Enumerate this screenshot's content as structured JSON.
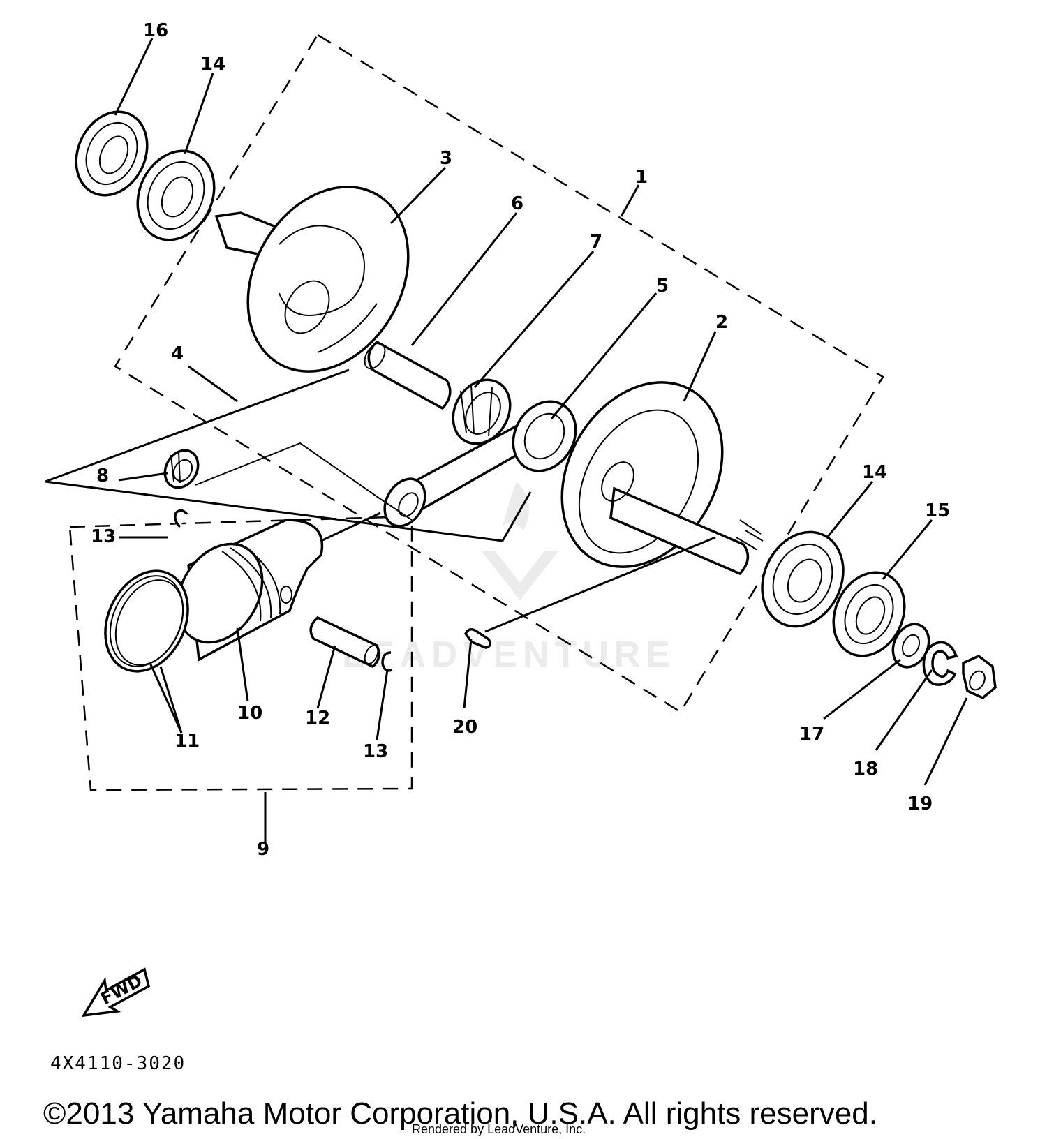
{
  "diagram": {
    "callouts": [
      "1",
      "2",
      "3",
      "4",
      "5",
      "6",
      "7",
      "8",
      "9",
      "10",
      "11",
      "12",
      "13",
      "13",
      "14",
      "14",
      "15",
      "16",
      "17",
      "18",
      "19",
      "20"
    ],
    "fwd_label": "FWD",
    "diagram_code": "4X4110-3020",
    "watermark": "LEADVENTURE",
    "copyright": "©2013 Yamaha Motor Corporation, U.S.A. All rights reserved.",
    "rendered_by": "Rendered by LeadVenture, Inc."
  }
}
